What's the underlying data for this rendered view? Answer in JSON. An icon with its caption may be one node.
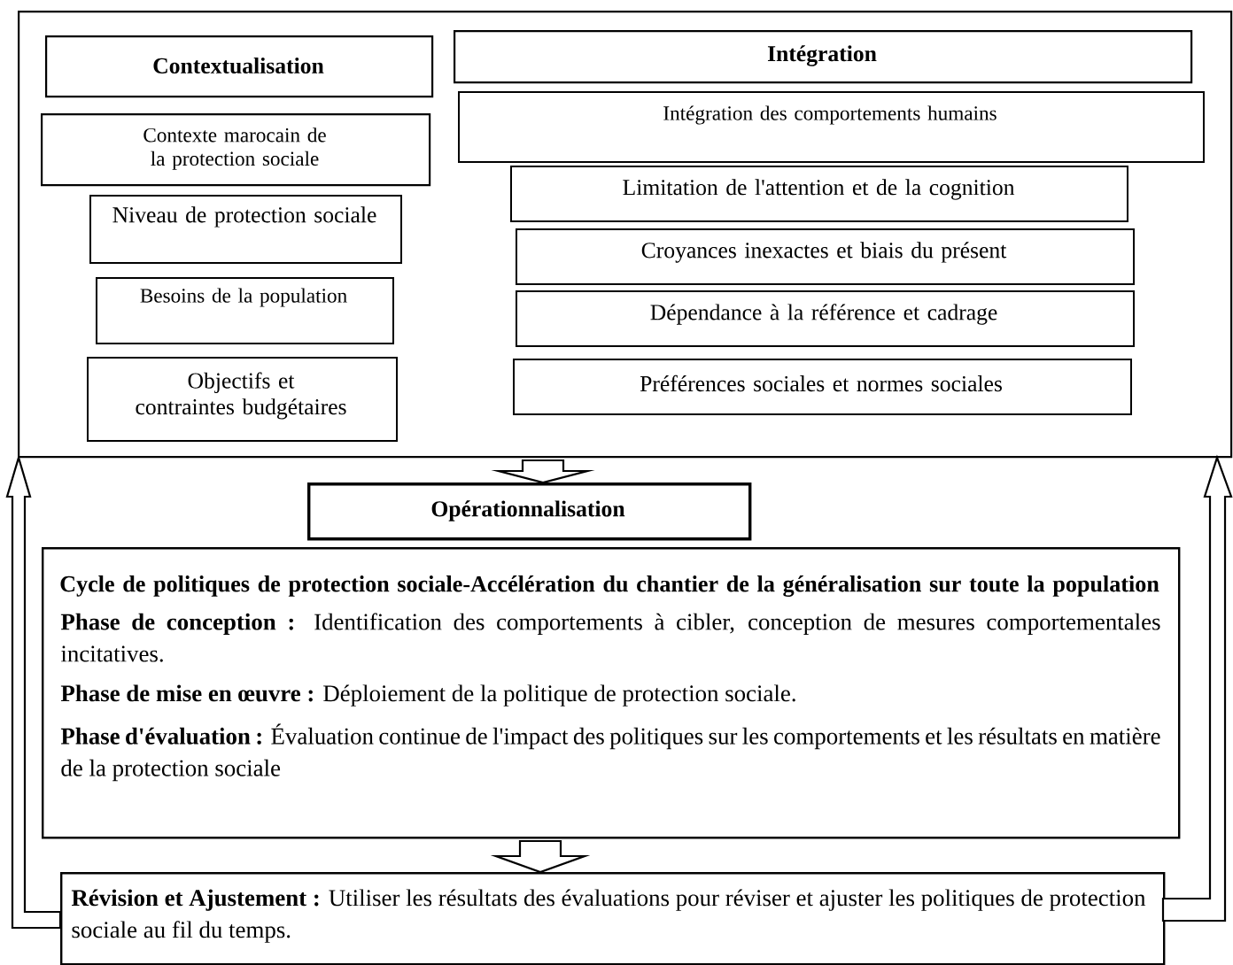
{
  "diagram": {
    "nodes": [
      {
        "text": [],
        "shape": "box"
      },
      {
        "text": [
          "Contextualisation"
        ],
        "in": 0
      },
      {
        "text": [
          "Intégration"
        ],
        "in": 0
      },
      {
        "text": [
          "Contexte marocain de la protection sociale"
        ],
        "in": 0
      },
      {
        "text": [
          "Intégration des comportements humains"
        ],
        "in": 0
      },
      {
        "text": [
          "Niveau de protection sociale"
        ],
        "in": 0
      },
      {
        "text": [
          "Limitation de l'attention et de la cognition"
        ],
        "in": 0
      },
      {
        "text": [
          "Besoins de la population"
        ],
        "in": 0
      },
      {
        "text": [
          "Croyances inexactes et biais du présent"
        ],
        "in": 0
      },
      {
        "text": [
          "Objectifs et contraintes budgétaires"
        ],
        "in": 0
      },
      {
        "text": [
          "Dépendance à la référence et cadrage"
        ],
        "in": 0
      },
      {
        "text": [
          "Préférences sociales et normes sociales"
        ],
        "in": 0
      },
      {
        "text": [
          "Opérationnalisation"
        ]
      },
      {
        "text": [
          "Cycle de politiques de protection sociale-Accélération du chantier de la généralisation sur toute la population",
          "**Phase de conception :** Identification des comportements à cibler, conception de mesures comportementales incitatives.",
          "**Phase de mise en œuvre :** Déploiement de la politique de protection sociale.",
          "**Phase d'évaluation :** Évaluation continue de l'impact des politiques sur les comportements et les résultats en matière de la protection sociale"
        ]
      },
      {
        "text": [
          "**Révision et Ajustement :** Utiliser les résultats des évaluations pour réviser et ajuster les politiques de protection sociale au fil du temps."
        ]
      }
    ],
    "edges": [
      {
        "from": 0,
        "to": 12,
        "arrow": "to"
      },
      {
        "from": 13,
        "to": 14,
        "arrow": "to"
      },
      {
        "from": 14,
        "to": 0,
        "arrow": "to"
      },
      {
        "from": 14,
        "to": 0,
        "arrow": "to"
      }
    ]
  }
}
